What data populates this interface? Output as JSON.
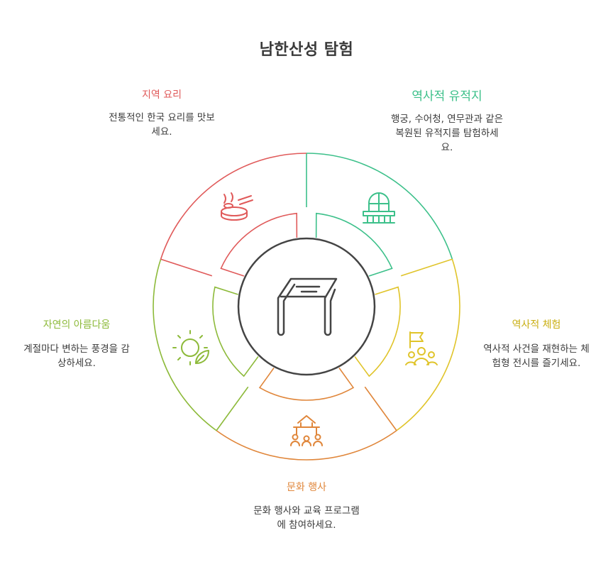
{
  "title": "남한산성 탐험",
  "colors": {
    "red": "#E05A5A",
    "green": "#3CC08A",
    "yellow": "#E0C42A",
    "orange": "#E0863A",
    "lime": "#8DBA3A",
    "center": "#444444"
  },
  "sections": [
    {
      "label": "역사적 유적지",
      "desc_lines": [
        "행궁, 수어청, 연무관과 같은",
        "복원된 유적지를 탐험하세",
        "요."
      ],
      "icon": "palace-gate-icon",
      "color": "#3CC08A"
    },
    {
      "label": "역사적 체험",
      "desc_lines": [
        "역사적 사건을 재현하는 체",
        "험형 전시를 즐기세요."
      ],
      "icon": "flag-group-icon",
      "color": "#E0C42A"
    },
    {
      "label": "문화 행사",
      "desc_lines": [
        "문화 행사와 교육 프로그램",
        "에 참여하세요."
      ],
      "icon": "pavilion-people-icon",
      "color": "#E0863A"
    },
    {
      "label": "자연의 아름다움",
      "desc_lines": [
        "계절마다 변하는 풍경을 감",
        "상하세요."
      ],
      "icon": "sun-leaf-icon",
      "color": "#8DBA3A"
    },
    {
      "label": "지역 요리",
      "desc_lines": [
        "전통적인 한국 요리를 맛보",
        "세요."
      ],
      "icon": "hot-dish-icon",
      "color": "#E05A5A"
    }
  ],
  "center_icon": "signboard-icon"
}
